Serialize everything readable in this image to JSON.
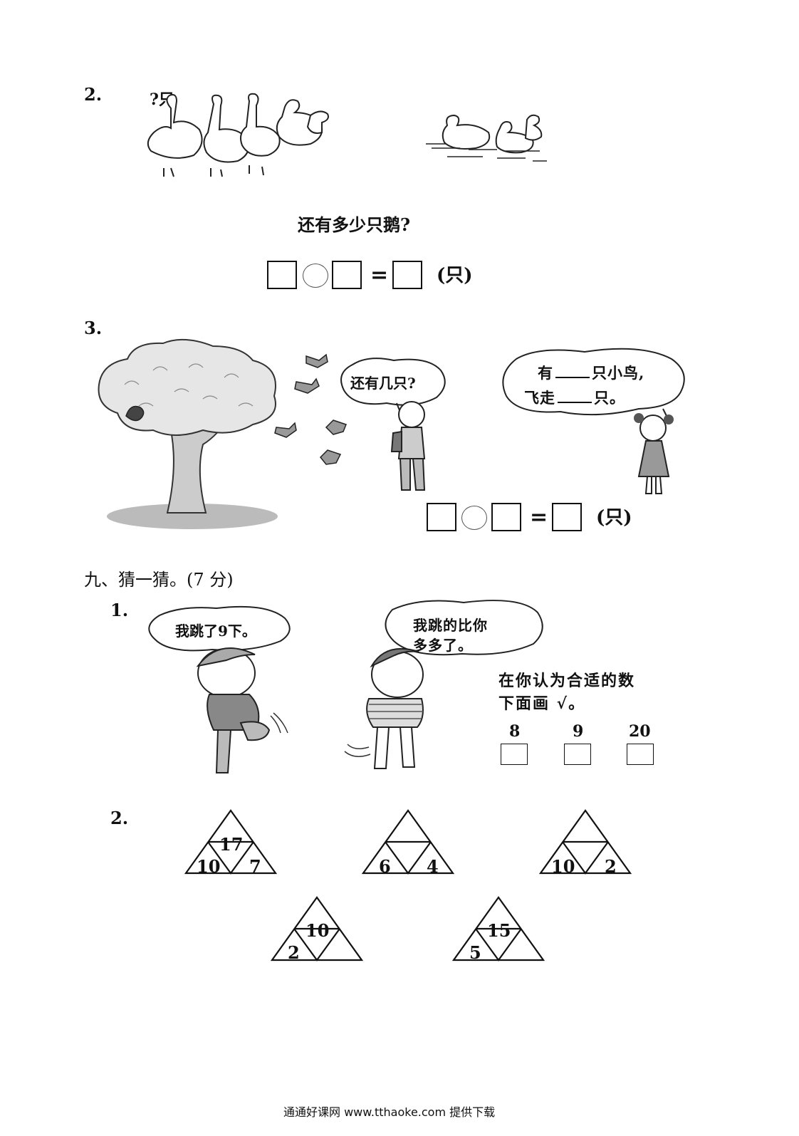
{
  "q2": {
    "number": "2.",
    "label": "?只",
    "question": "还有多少只鹅?",
    "unit": "(只)"
  },
  "q3": {
    "number": "3.",
    "boy_bubble": "还有几只?",
    "girl_line1_a": "有",
    "girl_line1_b": "只小鸟,",
    "girl_line2_a": "飞走",
    "girl_line2_b": "只。",
    "unit": "(只)"
  },
  "section9": {
    "title": "九、猜一猜。(7 分)",
    "q1": {
      "number": "1.",
      "bubble1": "我跳了9下。",
      "bubble2_line1": "我跳的比你",
      "bubble2_line2": "多多了。",
      "instruction_line1": "在你认为合适的数",
      "instruction_line2": "下面画 √。",
      "options": [
        "8",
        "9",
        "20"
      ]
    },
    "q2": {
      "number": "2.",
      "triangles": [
        {
          "top": "17",
          "left": "10",
          "right": "7"
        },
        {
          "top": "",
          "left": "6",
          "right": "4"
        },
        {
          "top": "",
          "left": "10",
          "right": "2"
        },
        {
          "top": "10",
          "left": "2",
          "right": ""
        },
        {
          "top": "15",
          "left": "5",
          "right": ""
        }
      ]
    }
  },
  "footer": "通通好课网 www.tthaoke.com 提供下载"
}
